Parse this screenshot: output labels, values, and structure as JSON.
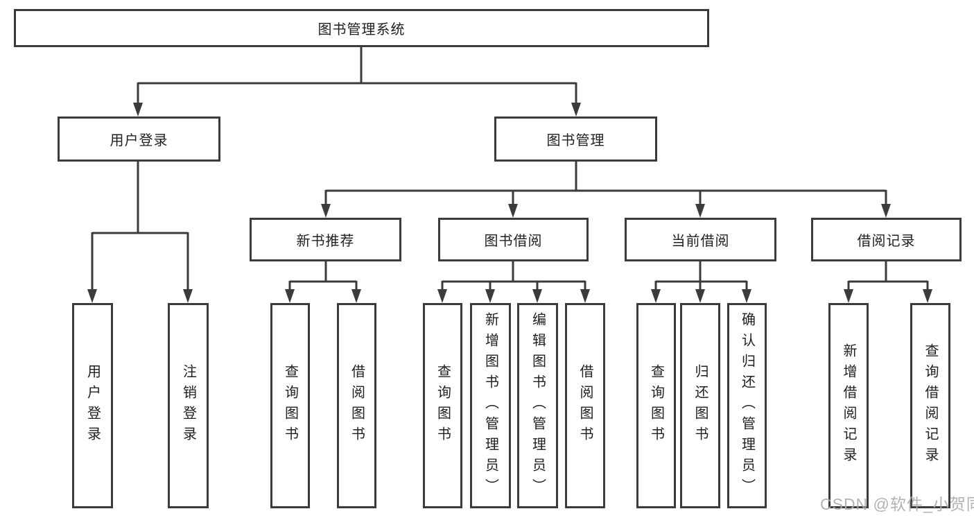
{
  "root": {
    "label": "图书管理系统"
  },
  "level2": {
    "user_login": {
      "label": "用户登录"
    },
    "book_mgmt": {
      "label": "图书管理"
    }
  },
  "level3": {
    "new_book_rec": {
      "label": "新书推荐"
    },
    "book_borrow": {
      "label": "图书借阅"
    },
    "current_borrow": {
      "label": "当前借阅"
    },
    "borrow_records": {
      "label": "借阅记录"
    }
  },
  "leaves": {
    "user_login": {
      "label": "用户登录"
    },
    "logout": {
      "label": "注销登录"
    },
    "rec_query_book": {
      "label": "查询图书"
    },
    "rec_borrow_book": {
      "label": "借阅图书"
    },
    "bor_query_book": {
      "label": "查询图书"
    },
    "bor_add_book": {
      "label": "新增图书（管理员）"
    },
    "bor_edit_book": {
      "label": "编辑图书（管理员）"
    },
    "bor_borrow_book": {
      "label": "借阅图书"
    },
    "cur_query_book": {
      "label": "查询图书"
    },
    "cur_return_book": {
      "label": "归还图书"
    },
    "cur_confirm_return": {
      "label": "确认归还（管理员）"
    },
    "record_add": {
      "label": "新增借阅记录"
    },
    "record_query": {
      "label": "查询借阅记录"
    }
  },
  "watermark": {
    "text": "CSDN @软件_小贺同学"
  },
  "colors": {
    "line": "#3b3b3b",
    "text": "#1f1f1f",
    "watermark": "#ababab",
    "background": "#ffffff"
  }
}
